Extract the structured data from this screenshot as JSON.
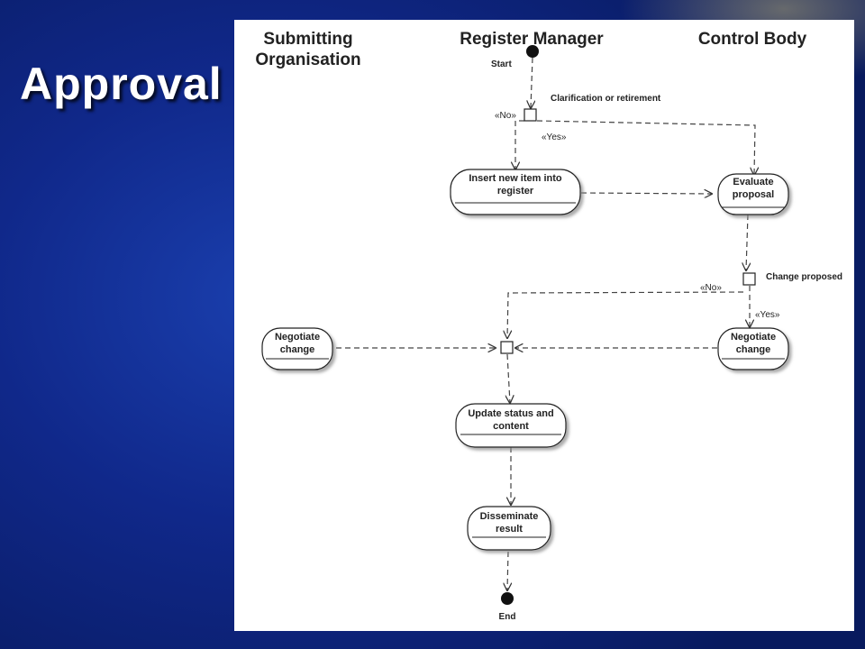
{
  "slide": {
    "title": "Approval"
  },
  "lanes": {
    "submitting": {
      "line1": "Submitting",
      "line2": "Organisation"
    },
    "register": "Register Manager",
    "control": "Control Body"
  },
  "nodes": {
    "start": "Start",
    "end": "End",
    "insert": {
      "line1": "Insert new item into",
      "line2": "register"
    },
    "evaluate": {
      "line1": "Evaluate",
      "line2": "proposal"
    },
    "negotiate_left": {
      "line1": "Negotiate",
      "line2": "change"
    },
    "negotiate_right": {
      "line1": "Negotiate",
      "line2": "change"
    },
    "update": {
      "line1": "Update status and",
      "line2": "content"
    },
    "disseminate": {
      "line1": "Disseminate",
      "line2": "result"
    }
  },
  "decisions": {
    "clarification": "Clarification or retirement",
    "change": "Change proposed"
  },
  "guards": {
    "no1": "«No»",
    "yes1": "«Yes»",
    "no2": "«No»",
    "yes2": "«Yes»"
  }
}
